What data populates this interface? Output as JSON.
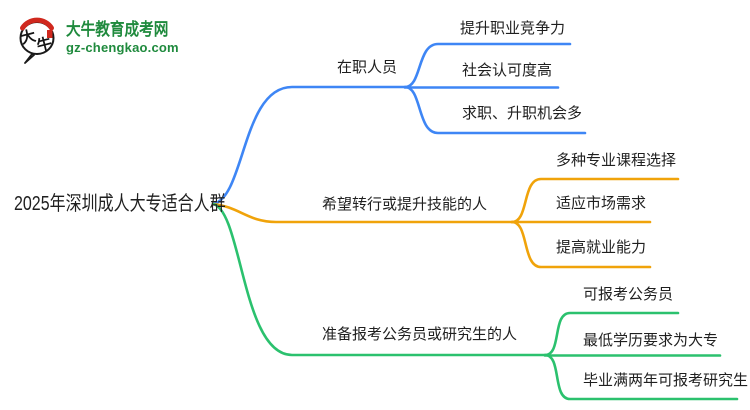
{
  "logo": {
    "icon": "daniu-bubble-seal-icon",
    "icon_text": "大牛",
    "title": "大牛教育成考网",
    "subtitle": "gz-chengkao.com"
  },
  "colors": {
    "branch1": "#3e86f5",
    "branch2": "#f0a30a",
    "branch3": "#2bc16e",
    "logo-green": "#1f8a3d",
    "logo-red": "#d0281e",
    "ink": "#1f1f1f"
  },
  "mindmap": {
    "root": "2025年深圳成人大专适合人群",
    "branches": [
      {
        "label": "在职人员",
        "children": [
          "提升职业竞争力",
          "社会认可度高",
          "求职、升职机会多"
        ]
      },
      {
        "label": "希望转行或提升技能的人",
        "children": [
          "多种专业课程选择",
          "适应市场需求",
          "提高就业能力"
        ]
      },
      {
        "label": "准备报考公务员或研究生的人",
        "children": [
          "可报考公务员",
          "最低学历要求为大专",
          "毕业满两年可报考研究生"
        ]
      }
    ]
  }
}
